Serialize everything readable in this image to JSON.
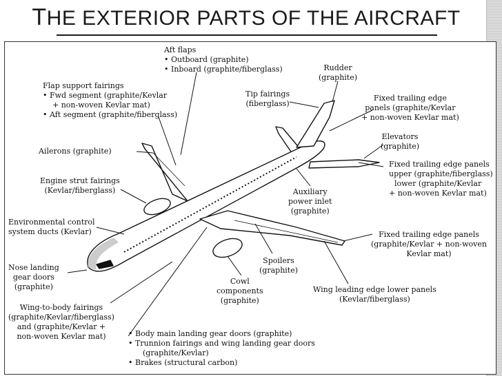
{
  "title": {
    "first_letter": "T",
    "rest": "HE EXTERIOR PARTS OF THE AIRCRAFT"
  },
  "labels": {
    "aft_flaps": [
      "Aft flaps",
      "• Outboard (graphite)",
      "• Inboard (graphite/fiberglass)"
    ],
    "flap_support": [
      "Flap support fairings",
      "• Fwd segment (graphite/Kevlar",
      "  + non-woven Kevlar mat)",
      "• Aft segment (graphite/fiberglass)"
    ],
    "ailerons": [
      "Ailerons (graphite)"
    ],
    "engine_strut": [
      "Engine strut fairings",
      "(Kevlar/fiberglass)"
    ],
    "env_control": [
      "Environmental control",
      "system ducts (Kevlar)"
    ],
    "nose_landing": [
      "Nose landing",
      "gear doors",
      "(graphite)"
    ],
    "wing_to_body": [
      "Wing-to-body fairings",
      "(graphite/Kevlar/fiberglass)",
      "and (graphite/Kevlar +",
      "non-woven Kevlar mat)"
    ],
    "body_main": [
      "• Body main landing gear doors (graphite)",
      "• Trunnion fairings and wing landing gear doors",
      "      (graphite/Kevlar)",
      "• Brakes (structural carbon)"
    ],
    "cowl": [
      "Cowl",
      "components",
      "(graphite)"
    ],
    "spoilers": [
      "Spoilers",
      "(graphite)"
    ],
    "wing_leading": [
      "Wing leading edge lower panels",
      "(Kevlar/fiberglass)"
    ],
    "fte_lower": [
      "Fixed trailing edge panels",
      "(graphite/Kevlar + non-woven",
      "Kevlar mat)"
    ],
    "apu": [
      "Auxiliary",
      "power inlet",
      "(graphite)"
    ],
    "fte_upper": [
      "Fixed trailing edge panels",
      "upper (graphite/fiberglass)",
      "lower (graphite/Kevlar",
      "+ non-woven Kevlar mat)"
    ],
    "elevators": [
      "Elevators",
      "(graphite)"
    ],
    "fte_tail": [
      "Fixed trailing edge",
      "panels (graphite/Kevlar",
      "+ non-woven Kevlar mat)"
    ],
    "tip_fairings": [
      "Tip fairings",
      "(fiberglass)"
    ],
    "rudder": [
      "Rudder",
      "(graphite)"
    ]
  }
}
